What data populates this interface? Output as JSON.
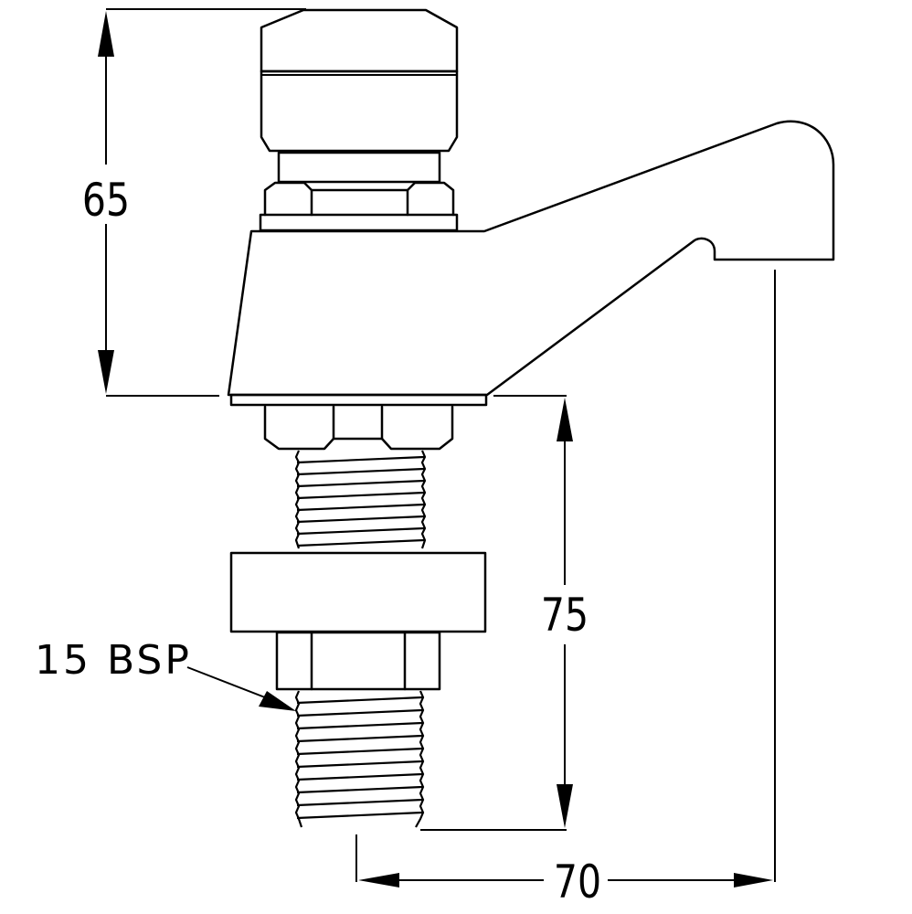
{
  "dimensions": {
    "height_above_deck": "65",
    "tail_length": "75",
    "spout_projection": "70"
  },
  "callouts": {
    "thread_size": "15 BSP"
  }
}
